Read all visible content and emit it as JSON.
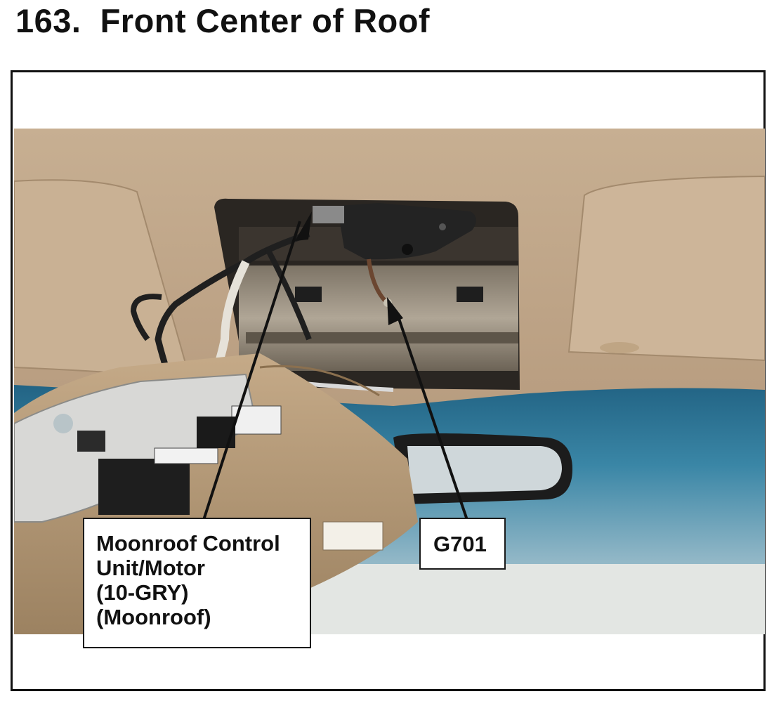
{
  "page": {
    "title": "163.  Front Center of Roof"
  },
  "callouts": {
    "moonroof_control_unit": {
      "lines": [
        "Moonroof Control",
        "Unit/Motor",
        "(10-GRY)",
        "(Moonroof)"
      ]
    },
    "ground_point": {
      "label": "G701"
    }
  },
  "colors": {
    "headliner": "#cbb397",
    "headliner_dark": "#a98f72",
    "roof_metal": "#9a8f80",
    "windshield": "#2f6f8e",
    "console": "#b59a78",
    "wire": "#1f1f1f",
    "outline": "#111111"
  }
}
